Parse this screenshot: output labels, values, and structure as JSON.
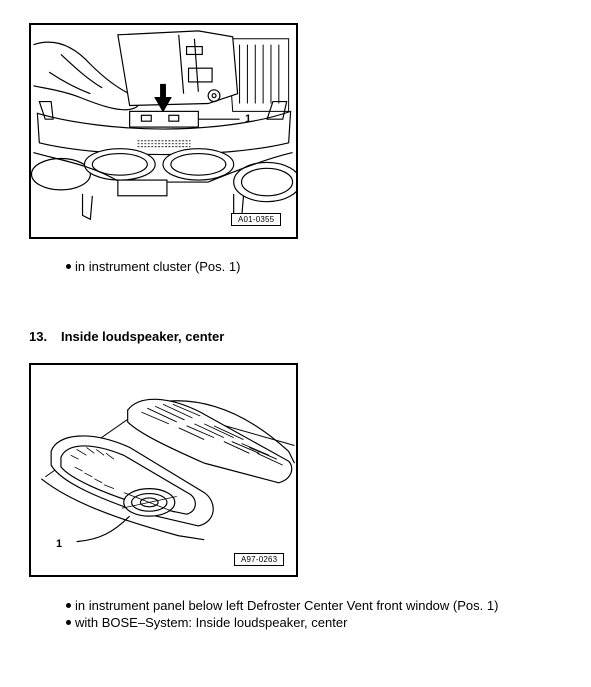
{
  "figure1": {
    "code": "A01-0355",
    "callout": "1"
  },
  "bullets1": [
    "in instrument cluster (Pos. 1)"
  ],
  "section": {
    "number": "13.",
    "title": "Inside loudspeaker, center"
  },
  "figure2": {
    "code": "A97-0263",
    "callout": "1"
  },
  "bullets2": [
    "in instrument panel below left Defroster Center Vent front window (Pos. 1)",
    "with BOSE–System: Inside loudspeaker, center"
  ]
}
